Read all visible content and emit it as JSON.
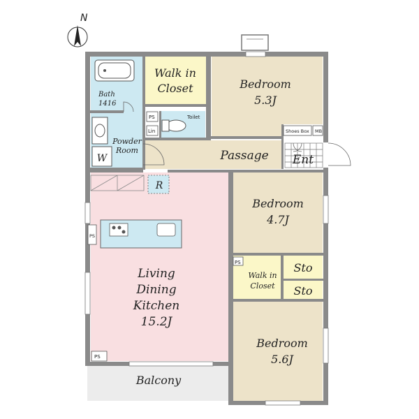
{
  "compass": {
    "north_label": "N"
  },
  "rooms": {
    "bath": {
      "name": "Bath",
      "size": "1416"
    },
    "walk_in_closet_1": {
      "line1": "Walk in",
      "line2": "Closet"
    },
    "bedroom_1": {
      "name": "Bedroom",
      "size": "5.3J"
    },
    "toilet": {
      "name": "Toilet"
    },
    "ps_1": "PS",
    "lin": "Lin",
    "powder_room": {
      "line1": "Powder",
      "line2": "Room"
    },
    "w": "W",
    "passage": "Passage",
    "shoes_box": "Shoes Box",
    "mb": "MB",
    "ent": "Ent",
    "r": "R",
    "ps_2": "PS",
    "bedroom_2": {
      "name": "Bedroom",
      "size": "4.7J"
    },
    "ps_3": "PS",
    "walk_in_closet_2": {
      "line1": "Walk in",
      "line2": "Closet"
    },
    "sto_1": "Sto",
    "sto_2": "Sto",
    "ldk": {
      "line1": "Living",
      "line2": "Dining",
      "line3": "Kitchen",
      "size": "15.2J"
    },
    "bedroom_3": {
      "name": "Bedroom",
      "size": "5.6J"
    },
    "ps_4": "PS",
    "balcony": "Balcony"
  },
  "colors": {
    "wall": "#8a8a8a",
    "bedroom": "#ede3c9",
    "wet": "#cde9f2",
    "closet": "#fbf7c8",
    "ldk": "#f9dfe1",
    "balcony": "#ececec",
    "passage": "#ede3c9"
  }
}
